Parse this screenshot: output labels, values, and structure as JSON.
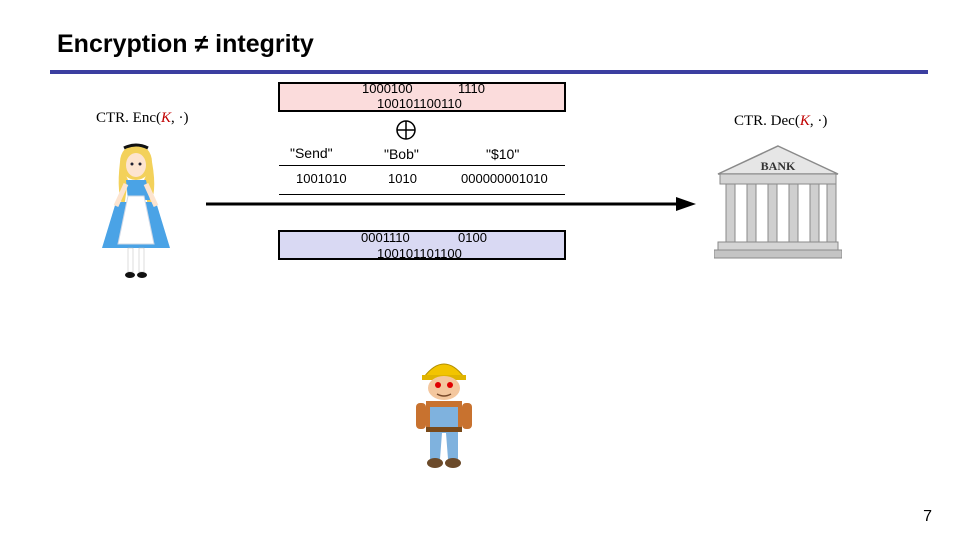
{
  "slide": {
    "title": "Encryption ≠ integrity",
    "page_number": "7"
  },
  "colors": {
    "rule": "#3b3ea0",
    "keystream_fill": "#fbdcdc",
    "ciphertext_fill": "#d9d9f3",
    "key_symbol": "#c00000"
  },
  "enc_label": {
    "prefix": "CTR. Enc(",
    "key": "K",
    "suffix": ", ·)"
  },
  "dec_label": {
    "prefix": "CTR. Dec(",
    "key": "K",
    "suffix": ", ·)"
  },
  "keystream": {
    "line1_a": "1000100",
    "line1_b": "1110",
    "line2": "100101100110"
  },
  "plaintext": {
    "words": [
      "\"Send\"",
      "\"Bob\"",
      "\"$10\""
    ],
    "bits": [
      "1001010",
      "1010",
      "000000001010"
    ]
  },
  "ciphertext": {
    "line1_a": "0001110",
    "line1_b": "0100",
    "line2": "100101101100"
  },
  "bank_sign": "BANK",
  "icons": {
    "xor": "xor-icon",
    "arrow": "arrow-right-icon"
  }
}
